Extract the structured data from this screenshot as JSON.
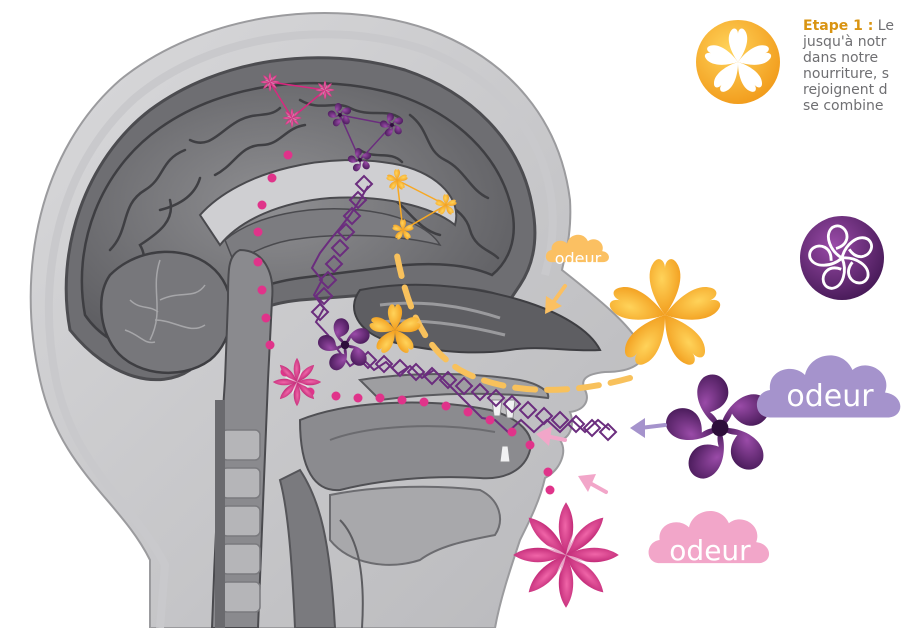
{
  "caption": {
    "step_label": "Etape 1 :",
    "lines": [
      "Le",
      "jusqu'à notr",
      "dans notre",
      "nourriture, s",
      "rejoignent d",
      "se combine"
    ]
  },
  "clouds": {
    "orange_label": "odeur",
    "lilac_label": "odeur",
    "pink_label": "odeur"
  },
  "colors": {
    "orange": "#f7a823",
    "purple": "#6b2d7e",
    "pink": "#d9277f",
    "lilac": "#a593cc",
    "cloud_pink": "#f2a6c9",
    "cloud_orange": "#fbc062"
  }
}
